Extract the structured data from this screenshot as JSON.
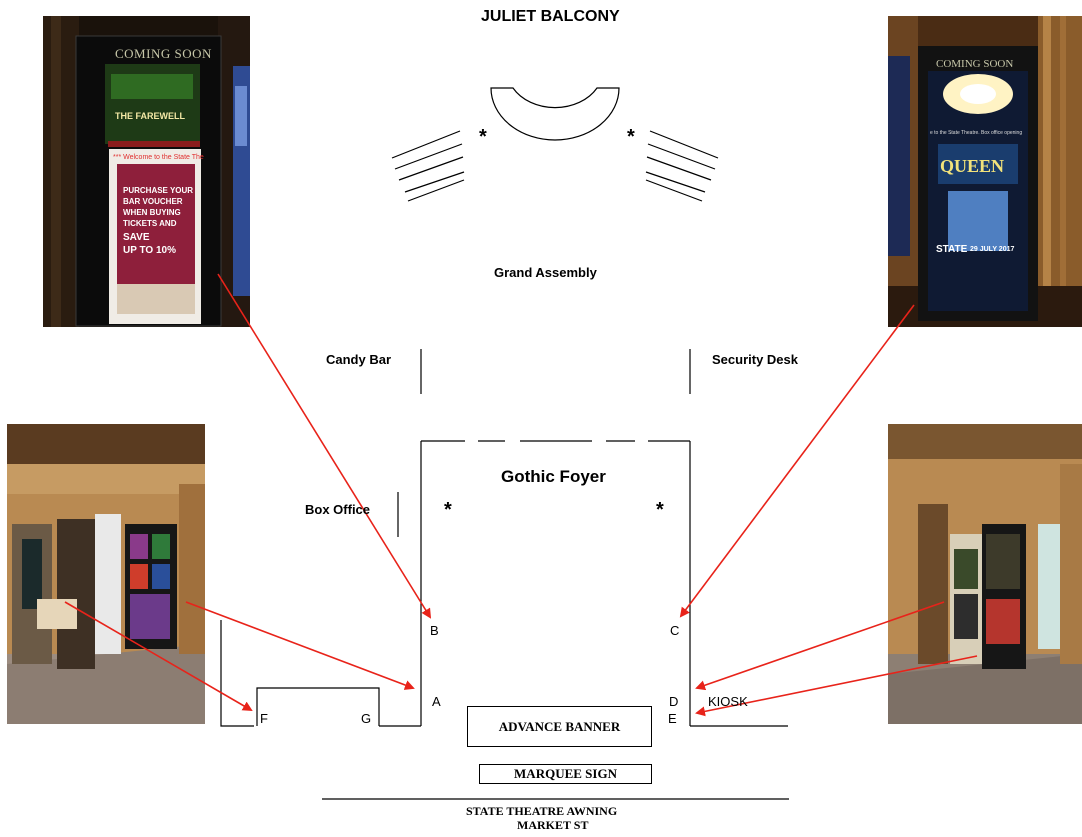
{
  "title": "JULIET BALCONY",
  "rooms": {
    "grand_assembly": "Grand Assembly",
    "candy_bar": "Candy Bar",
    "security_desk": "Security Desk",
    "gothic_foyer": "Gothic Foyer",
    "box_office": "Box Office",
    "kiosk": "KIOSK"
  },
  "markers": {
    "asterisk": "*",
    "A": "A",
    "B": "B",
    "C": "C",
    "D": "D",
    "E": "E",
    "F": "F",
    "G": "G"
  },
  "street": {
    "advance_banner": "ADVANCE BANNER",
    "marquee_sign": "MARQUEE SIGN",
    "awning": "STATE THEATRE AWNING",
    "street_name": "MARKET ST"
  },
  "photos": {
    "top_left": {
      "coming_soon": "COMING SOON",
      "show_title": "THE FAREWELL",
      "welcome_ticker": "*** Welcome to the State The",
      "promo": [
        "PURCHASE YOUR",
        "BAR VOUCHER",
        "WHEN BUYING",
        "TICKETS AND",
        "SAVE",
        "UP TO 10%"
      ]
    },
    "top_right": {
      "coming_soon": "COMING SOON",
      "welcome_ticker": "e to the State Theatre. Box office opening",
      "show_title": "QUEEN",
      "venue": "STATE",
      "date": "29 JULY 2017"
    }
  },
  "colors": {
    "arrow": "#e8231a",
    "line": "#000000",
    "stone": "#b98a52",
    "dark_stone": "#5a3b20",
    "poster_dark": "#121212"
  }
}
